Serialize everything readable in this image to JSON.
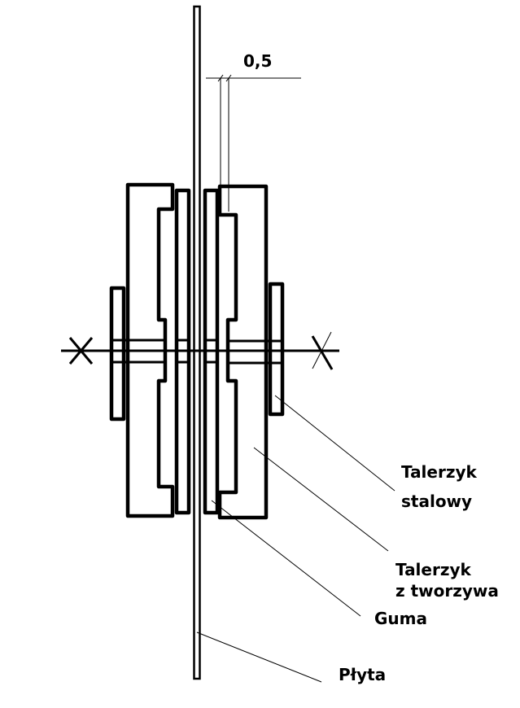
{
  "dimension": {
    "value_label": "0,5"
  },
  "labels": {
    "steel_disc": [
      "Talerzyk",
      "stalowy"
    ],
    "plastic_disc": [
      "Talerzyk",
      "z tworzywa"
    ],
    "rubber": "Guma",
    "plate": "Płyta"
  }
}
